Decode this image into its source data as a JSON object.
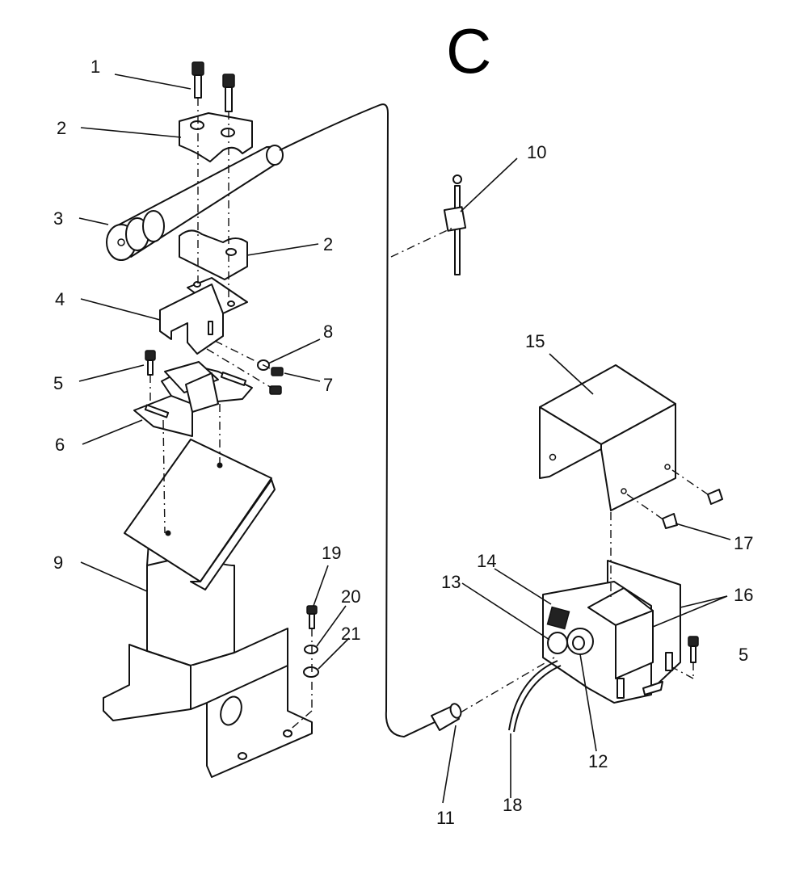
{
  "section_letter": "C",
  "callouts": [
    {
      "id": "c1",
      "text": "1"
    },
    {
      "id": "c2a",
      "text": "2"
    },
    {
      "id": "c2b",
      "text": "2"
    },
    {
      "id": "c3",
      "text": "3"
    },
    {
      "id": "c4",
      "text": "4"
    },
    {
      "id": "c5a",
      "text": "5"
    },
    {
      "id": "c5b",
      "text": "5"
    },
    {
      "id": "c6",
      "text": "6"
    },
    {
      "id": "c7",
      "text": "7"
    },
    {
      "id": "c8",
      "text": "8"
    },
    {
      "id": "c9",
      "text": "9"
    },
    {
      "id": "c10",
      "text": "10"
    },
    {
      "id": "c11",
      "text": "11"
    },
    {
      "id": "c12",
      "text": "12"
    },
    {
      "id": "c13",
      "text": "13"
    },
    {
      "id": "c14",
      "text": "14"
    },
    {
      "id": "c15",
      "text": "15"
    },
    {
      "id": "c16",
      "text": "16"
    },
    {
      "id": "c17",
      "text": "17"
    },
    {
      "id": "c18",
      "text": "18"
    },
    {
      "id": "c19",
      "text": "19"
    },
    {
      "id": "c20",
      "text": "20"
    },
    {
      "id": "c21",
      "text": "21"
    }
  ]
}
